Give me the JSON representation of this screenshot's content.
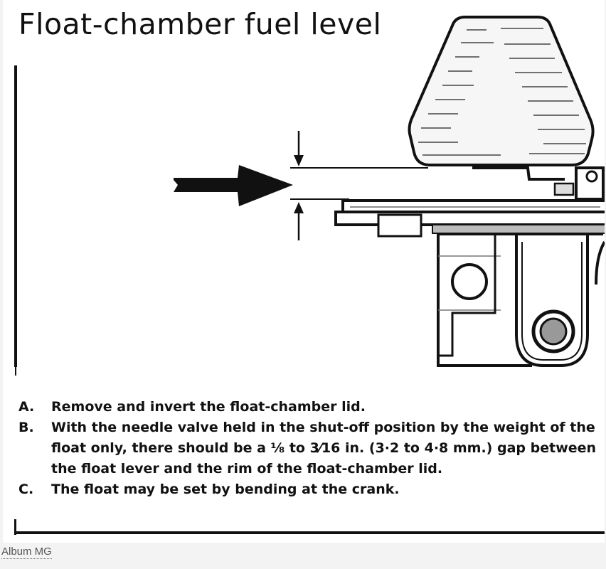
{
  "document": {
    "title": "Float-chamber fuel level",
    "steps": [
      {
        "letter": "A.",
        "text": "Remove and invert the float-chamber lid."
      },
      {
        "letter": "B.",
        "text": "With the needle valve held in the shut-off position by the weight of the float only, there should be a ⅛ to 3⁄16 in. (3·2 to 4·8 mm.) gap between the float lever and the rim of the float-chamber lid."
      },
      {
        "letter": "C.",
        "text": "The float may be set by bending at the crank."
      }
    ]
  },
  "caption": {
    "text": "Album MG"
  },
  "colors": {
    "ink": "#111111",
    "paper": "#ffffff",
    "page_bg": "#f3f3f3",
    "caption": "#555555"
  },
  "icons": {
    "pointer": "arrow-right-icon",
    "gap_markers": "dimension-arrow-icon"
  }
}
